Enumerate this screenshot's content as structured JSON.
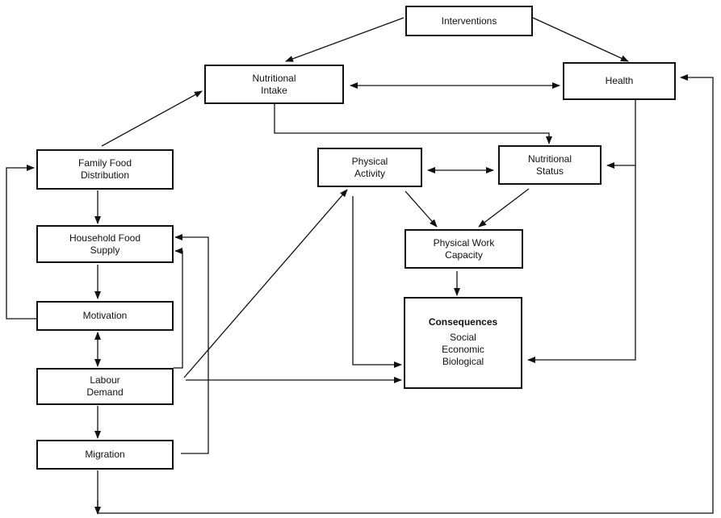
{
  "nodes": {
    "interventions": {
      "lines": [
        "Interventions"
      ]
    },
    "nutritional_intake": {
      "lines": [
        "Nutritional",
        "Intake"
      ]
    },
    "health": {
      "lines": [
        "Health"
      ]
    },
    "family_food_distribution": {
      "lines": [
        "Family Food",
        "Distribution"
      ]
    },
    "physical_activity": {
      "lines": [
        "Physical",
        "Activity"
      ]
    },
    "nutritional_status": {
      "lines": [
        "Nutritional",
        "Status"
      ]
    },
    "household_food_supply": {
      "lines": [
        "Household Food",
        "Supply"
      ]
    },
    "physical_work_capacity": {
      "lines": [
        "Physical Work",
        "Capacity"
      ]
    },
    "motivation": {
      "lines": [
        "Motivation"
      ]
    },
    "consequences": {
      "title": "Consequences",
      "lines": [
        "Social",
        "Economic",
        "Biological"
      ]
    },
    "labour_demand": {
      "lines": [
        "Labour",
        "Demand"
      ]
    },
    "migration": {
      "lines": [
        "Migration"
      ]
    }
  },
  "stroke_color": "#111111"
}
